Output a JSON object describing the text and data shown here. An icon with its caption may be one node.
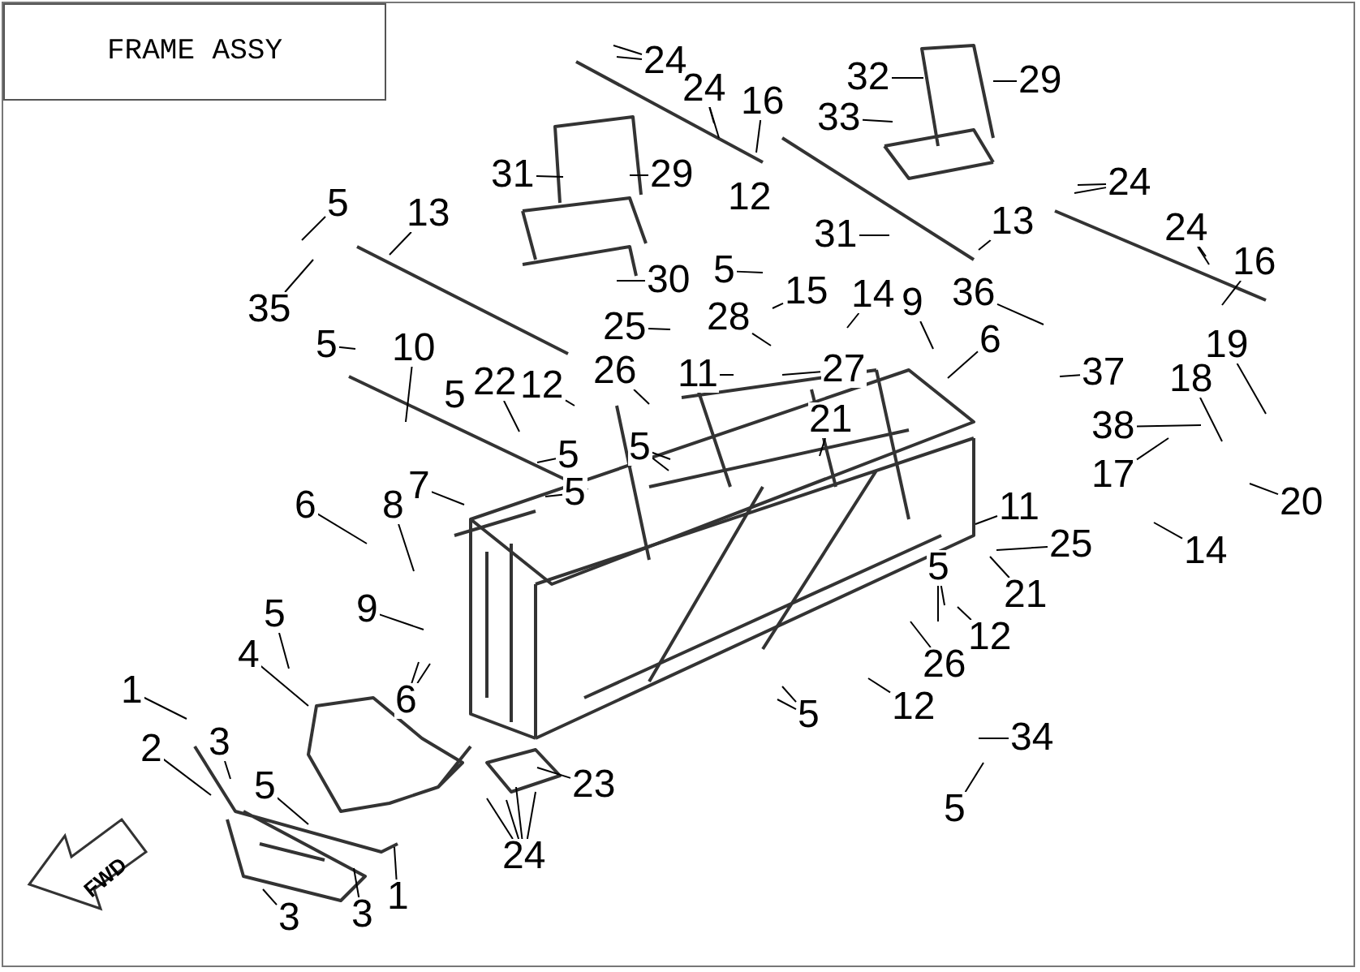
{
  "diagram": {
    "title": "FRAME ASSY",
    "nodes": [
      {
        "text": [
          "24"
        ]
      },
      {
        "text": [
          "24"
        ]
      },
      {
        "text": [
          "16"
        ]
      },
      {
        "text": [
          "32"
        ]
      },
      {
        "text": [
          "29"
        ]
      },
      {
        "text": [
          "33"
        ]
      },
      {
        "text": [
          "29"
        ]
      },
      {
        "text": [
          "31"
        ]
      },
      {
        "text": [
          "5"
        ]
      },
      {
        "text": [
          "13"
        ]
      },
      {
        "text": [
          "12"
        ]
      },
      {
        "text": [
          "24"
        ]
      },
      {
        "text": [
          "31"
        ]
      },
      {
        "text": [
          "13"
        ]
      },
      {
        "text": [
          "24"
        ]
      },
      {
        "text": [
          "16"
        ]
      },
      {
        "text": [
          "35"
        ]
      },
      {
        "text": [
          "30"
        ]
      },
      {
        "text": [
          "5"
        ]
      },
      {
        "text": [
          "15"
        ]
      },
      {
        "text": [
          "14"
        ]
      },
      {
        "text": [
          "9"
        ]
      },
      {
        "text": [
          "36"
        ]
      },
      {
        "text": [
          "25"
        ]
      },
      {
        "text": [
          "28"
        ]
      },
      {
        "text": [
          "6"
        ]
      },
      {
        "text": [
          "5"
        ]
      },
      {
        "text": [
          "10"
        ]
      },
      {
        "text": [
          "19"
        ]
      },
      {
        "text": [
          "11"
        ]
      },
      {
        "text": [
          "26"
        ]
      },
      {
        "text": [
          "27"
        ]
      },
      {
        "text": [
          "37"
        ]
      },
      {
        "text": [
          "12"
        ]
      },
      {
        "text": [
          "22"
        ]
      },
      {
        "text": [
          "5"
        ]
      },
      {
        "text": [
          "18"
        ]
      },
      {
        "text": [
          "38"
        ]
      },
      {
        "text": [
          "21"
        ]
      },
      {
        "text": [
          "5"
        ]
      },
      {
        "text": [
          "5"
        ]
      },
      {
        "text": [
          "17"
        ]
      },
      {
        "text": [
          "5"
        ]
      },
      {
        "text": [
          "7"
        ]
      },
      {
        "text": [
          "20"
        ]
      },
      {
        "text": [
          "6"
        ]
      },
      {
        "text": [
          "8"
        ]
      },
      {
        "text": [
          "11"
        ]
      },
      {
        "text": [
          "25"
        ]
      },
      {
        "text": [
          "14"
        ]
      },
      {
        "text": [
          "21"
        ]
      },
      {
        "text": [
          "5"
        ]
      },
      {
        "text": [
          "12"
        ]
      },
      {
        "text": [
          "9"
        ]
      },
      {
        "text": [
          "26"
        ]
      },
      {
        "text": [
          "5"
        ]
      },
      {
        "text": [
          "1"
        ]
      },
      {
        "text": [
          "4"
        ]
      },
      {
        "text": [
          "6"
        ]
      },
      {
        "text": [
          "3"
        ]
      },
      {
        "text": [
          "12"
        ]
      },
      {
        "text": [
          "5"
        ]
      },
      {
        "text": [
          "2"
        ]
      },
      {
        "text": [
          "34"
        ]
      },
      {
        "text": [
          "23"
        ]
      },
      {
        "text": [
          "5"
        ]
      },
      {
        "text": [
          "24"
        ]
      },
      {
        "text": [
          "5"
        ]
      },
      {
        "text": [
          "3"
        ]
      },
      {
        "text": [
          "3"
        ]
      },
      {
        "text": [
          "1"
        ]
      }
    ],
    "edges": [
      {
        "from": 0,
        "to": null,
        "arrow": "none"
      },
      {
        "from": 0,
        "to": null,
        "arrow": "none"
      },
      {
        "from": 1,
        "to": null,
        "arrow": "none"
      },
      {
        "from": 1,
        "to": null,
        "arrow": "none"
      },
      {
        "from": 2,
        "to": null,
        "arrow": "none"
      },
      {
        "from": 3,
        "to": null,
        "arrow": "none"
      },
      {
        "from": 4,
        "to": null,
        "arrow": "none"
      },
      {
        "from": 5,
        "to": null,
        "arrow": "none"
      },
      {
        "from": 6,
        "to": null,
        "arrow": "none"
      },
      {
        "from": 7,
        "to": null,
        "arrow": "none"
      },
      {
        "from": 8,
        "to": null,
        "arrow": "none"
      },
      {
        "from": 9,
        "to": null,
        "arrow": "none"
      },
      {
        "from": 11,
        "to": null,
        "arrow": "none"
      },
      {
        "from": 11,
        "to": null,
        "arrow": "none"
      },
      {
        "from": 12,
        "to": null,
        "arrow": "none"
      },
      {
        "from": 13,
        "to": null,
        "arrow": "none"
      },
      {
        "from": 14,
        "to": null,
        "arrow": "none"
      },
      {
        "from": 14,
        "to": null,
        "arrow": "none"
      },
      {
        "from": 15,
        "to": null,
        "arrow": "none"
      },
      {
        "from": 16,
        "to": null,
        "arrow": "none"
      },
      {
        "from": 17,
        "to": null,
        "arrow": "none"
      },
      {
        "from": 18,
        "to": null,
        "arrow": "none"
      },
      {
        "from": 19,
        "to": null,
        "arrow": "none"
      },
      {
        "from": 20,
        "to": null,
        "arrow": "none"
      },
      {
        "from": 21,
        "to": null,
        "arrow": "none"
      },
      {
        "from": 22,
        "to": null,
        "arrow": "none"
      },
      {
        "from": 23,
        "to": null,
        "arrow": "none"
      },
      {
        "from": 24,
        "to": null,
        "arrow": "none"
      },
      {
        "from": 25,
        "to": null,
        "arrow": "none"
      },
      {
        "from": 26,
        "to": null,
        "arrow": "none"
      },
      {
        "from": 27,
        "to": null,
        "arrow": "none"
      },
      {
        "from": 28,
        "to": null,
        "arrow": "none"
      },
      {
        "from": 29,
        "to": null,
        "arrow": "none"
      },
      {
        "from": 30,
        "to": null,
        "arrow": "none"
      },
      {
        "from": 31,
        "to": null,
        "arrow": "none"
      },
      {
        "from": 32,
        "to": null,
        "arrow": "none"
      },
      {
        "from": 33,
        "to": null,
        "arrow": "none"
      },
      {
        "from": 34,
        "to": null,
        "arrow": "none"
      },
      {
        "from": 36,
        "to": null,
        "arrow": "none"
      },
      {
        "from": 37,
        "to": null,
        "arrow": "none"
      },
      {
        "from": 38,
        "to": null,
        "arrow": "none"
      },
      {
        "from": 39,
        "to": null,
        "arrow": "none"
      },
      {
        "from": 40,
        "to": null,
        "arrow": "none"
      },
      {
        "from": 40,
        "to": null,
        "arrow": "none"
      },
      {
        "from": 41,
        "to": null,
        "arrow": "none"
      },
      {
        "from": 42,
        "to": null,
        "arrow": "none"
      },
      {
        "from": 43,
        "to": null,
        "arrow": "none"
      },
      {
        "from": 44,
        "to": null,
        "arrow": "none"
      },
      {
        "from": 45,
        "to": null,
        "arrow": "none"
      },
      {
        "from": 46,
        "to": null,
        "arrow": "none"
      },
      {
        "from": 47,
        "to": null,
        "arrow": "none"
      },
      {
        "from": 48,
        "to": null,
        "arrow": "none"
      },
      {
        "from": 49,
        "to": null,
        "arrow": "none"
      },
      {
        "from": 50,
        "to": null,
        "arrow": "none"
      },
      {
        "from": 51,
        "to": null,
        "arrow": "none"
      },
      {
        "from": 51,
        "to": null,
        "arrow": "none"
      },
      {
        "from": 52,
        "to": null,
        "arrow": "none"
      },
      {
        "from": 53,
        "to": null,
        "arrow": "none"
      },
      {
        "from": 54,
        "to": null,
        "arrow": "none"
      },
      {
        "from": 55,
        "to": null,
        "arrow": "none"
      },
      {
        "from": 56,
        "to": null,
        "arrow": "none"
      },
      {
        "from": 57,
        "to": null,
        "arrow": "none"
      },
      {
        "from": 58,
        "to": null,
        "arrow": "none"
      },
      {
        "from": 58,
        "to": null,
        "arrow": "none"
      },
      {
        "from": 59,
        "to": null,
        "arrow": "none"
      },
      {
        "from": 60,
        "to": null,
        "arrow": "none"
      },
      {
        "from": 61,
        "to": null,
        "arrow": "none"
      },
      {
        "from": 61,
        "to": null,
        "arrow": "none"
      },
      {
        "from": 62,
        "to": null,
        "arrow": "none"
      },
      {
        "from": 63,
        "to": null,
        "arrow": "none"
      },
      {
        "from": 64,
        "to": null,
        "arrow": "none"
      },
      {
        "from": 65,
        "to": null,
        "arrow": "none"
      },
      {
        "from": 66,
        "to": null,
        "arrow": "none"
      },
      {
        "from": 66,
        "to": null,
        "arrow": "none"
      },
      {
        "from": 66,
        "to": null,
        "arrow": "none"
      },
      {
        "from": 66,
        "to": null,
        "arrow": "none"
      },
      {
        "from": 67,
        "to": null,
        "arrow": "none"
      },
      {
        "from": 68,
        "to": null,
        "arrow": "none"
      },
      {
        "from": 69,
        "to": null,
        "arrow": "none"
      },
      {
        "from": 70,
        "to": null,
        "arrow": "none"
      }
    ],
    "labels": [
      "FWD"
    ]
  }
}
